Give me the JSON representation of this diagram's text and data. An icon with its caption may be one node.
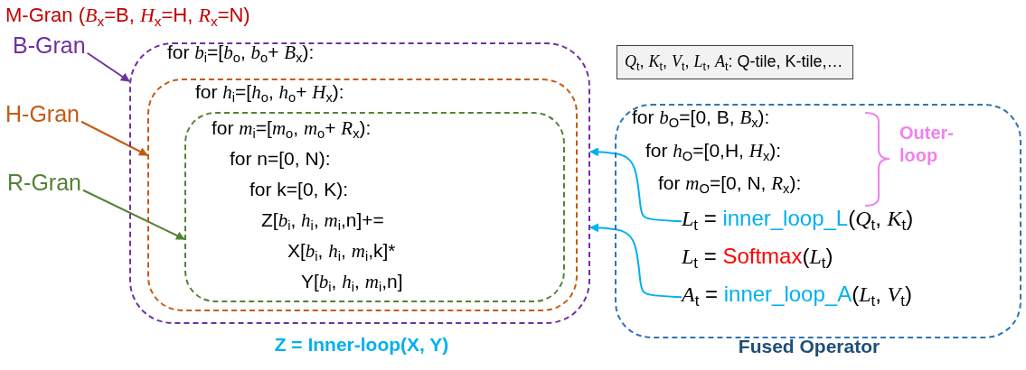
{
  "diagram": {
    "nodes": [
      {
        "text": [
          "for *b*$_{i}$=[*b*$_{o}$, *b*$_{o}$+ *B*$_{x}$):"
        ],
        "beside": [
          "Z = Inner-loop(X, Y)"
        ]
      },
      {
        "text": [
          "for *h*$_{i}$=[*h*$_{o}$, *h*$_{o}$+ *H*$_{x}$):"
        ],
        "in": 0
      },
      {
        "text": [
          "for *m*$_{i}$=[*m*$_{o}$, *m*$_{o}$+ *R*$_{x}$):",
          "for n=[0,  N):",
          "for k=[0, K):",
          "Z[*b*$_{i}$, *h*$_{i}$, *m*$_{i}$,n]+=",
          "X[*b*$_{i}$, *h*$_{i}$, *m*$_{i}$,k]*",
          "Y[*b*$_{i}$, *h*$_{i}$, *m*$_{i}$,n]"
        ],
        "in": 1
      },
      {
        "text": [
          "B-Gran"
        ]
      },
      {
        "text": [
          "H-Gran"
        ]
      },
      {
        "text": [
          "R-Gran"
        ]
      },
      {
        "text": [
          "*Q*$_{t}$, *K*$_{t}$, *V*$_{t}$, *L*$_{t}$, *A*$_{t}$: Q-tile, K-tile,…"
        ]
      },
      {
        "text": [
          "for *b*$_{O}$=[0, B, *B*$_{x}$):",
          "for *h*$_{O}$=[0,H, *H*$_{x}$):",
          "for *m*$_{O}$=[0, N, *R*$_{x}$):",
          "Outer- loop",
          "*L*$_{t}$ = Softmax(*L*$_{t}$)"
        ],
        "beside": [
          "Fused Operator"
        ]
      },
      {
        "text": [
          "*L*$_{t}$ = inner_loop_L(*Q*$_{t}$, *K*$_{t}$)"
        ],
        "in": 7
      },
      {
        "text": [
          "*A*$_{t}$ = inner_loop_A(*L*$_{t}$, *V*$_{t}$)"
        ],
        "in": 7
      }
    ],
    "edges": [
      {
        "from": 3,
        "to": 0,
        "arrow": "to",
        "color": "#7030a0"
      },
      {
        "from": 4,
        "to": 1,
        "arrow": "to",
        "color": "#c55a11"
      },
      {
        "from": 5,
        "to": 2,
        "arrow": "to",
        "color": "#548235"
      },
      {
        "from": 8,
        "to": 0,
        "arrow": "to",
        "color": "#00b0f0"
      },
      {
        "from": 9,
        "to": 0,
        "arrow": "to",
        "color": "#00b0f0"
      }
    ],
    "labels": [
      "M-Gran (*B*$_{x}$=B, *H*$_{x}$=H, *R*$_{x}$=N)"
    ]
  }
}
